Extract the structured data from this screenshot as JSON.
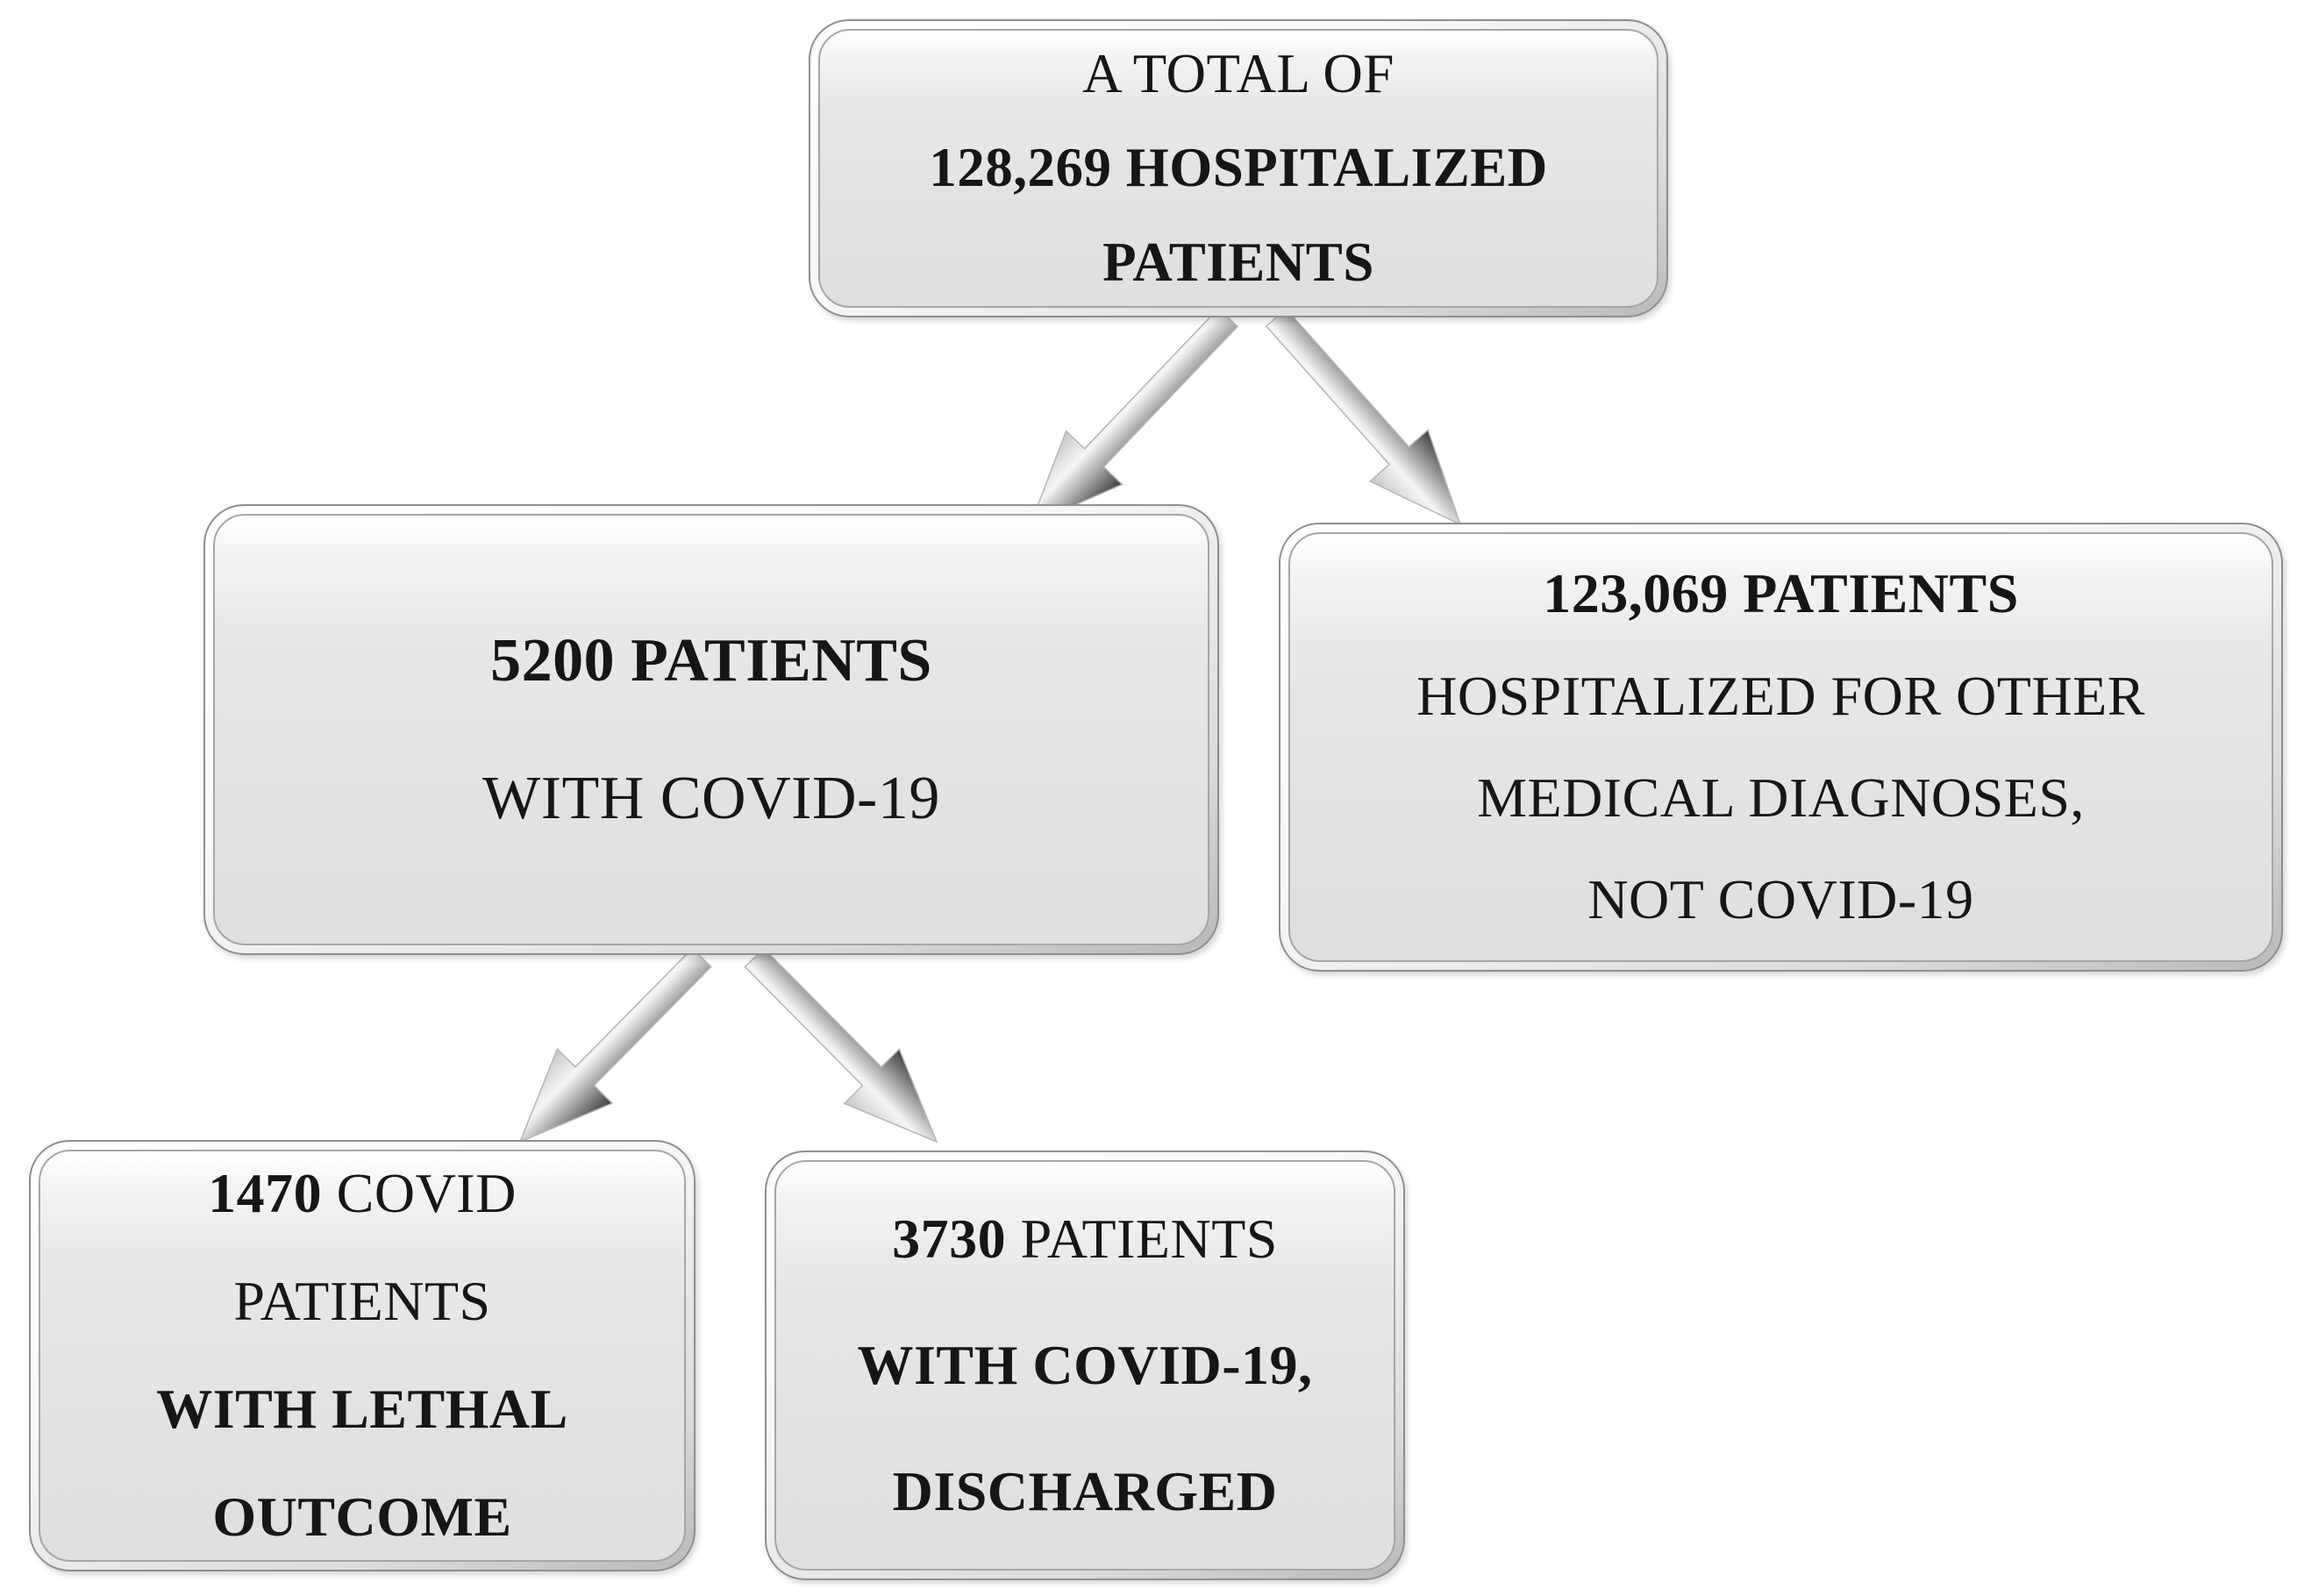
{
  "diagram": {
    "type": "flowchart",
    "nodes": {
      "total": {
        "l1": "A TOTAL OF",
        "l2": "128,269 HOSPITALIZED",
        "l3": "PATIENTS",
        "value": 128269
      },
      "covid": {
        "l1": "5200 PATIENTS",
        "l2": "WITH COVID-19",
        "value": 5200
      },
      "other": {
        "l1": "123,069 PATIENTS",
        "l2": "HOSPITALIZED FOR OTHER",
        "l3": "MEDICAL DIAGNOSES,",
        "l4": "NOT COVID-19",
        "value": 123069
      },
      "lethal": {
        "l1a": "1470",
        "l1b": "COVID",
        "l2": "PATIENTS",
        "l3": "WITH LETHAL",
        "l4": "OUTCOME",
        "value": 1470
      },
      "discharged": {
        "l1a": "3730",
        "l1b": "PATIENTS",
        "l2": "WITH COVID-19,",
        "l3": "DISCHARGED",
        "value": 3730
      }
    },
    "edges": [
      {
        "from": "total",
        "to": "covid"
      },
      {
        "from": "total",
        "to": "other"
      },
      {
        "from": "covid",
        "to": "lethal"
      },
      {
        "from": "covid",
        "to": "discharged"
      }
    ],
    "colors": {
      "box_fill": "#e3e3e3",
      "box_border_outer": "#8f8f8f",
      "box_border_inner": "#a6a6a6",
      "text": "#161616",
      "arrow_light": "#f6f6f6",
      "arrow_mid": "#c6c6c6",
      "arrow_dark": "#3e3e3e",
      "background": "#ffffff"
    }
  }
}
